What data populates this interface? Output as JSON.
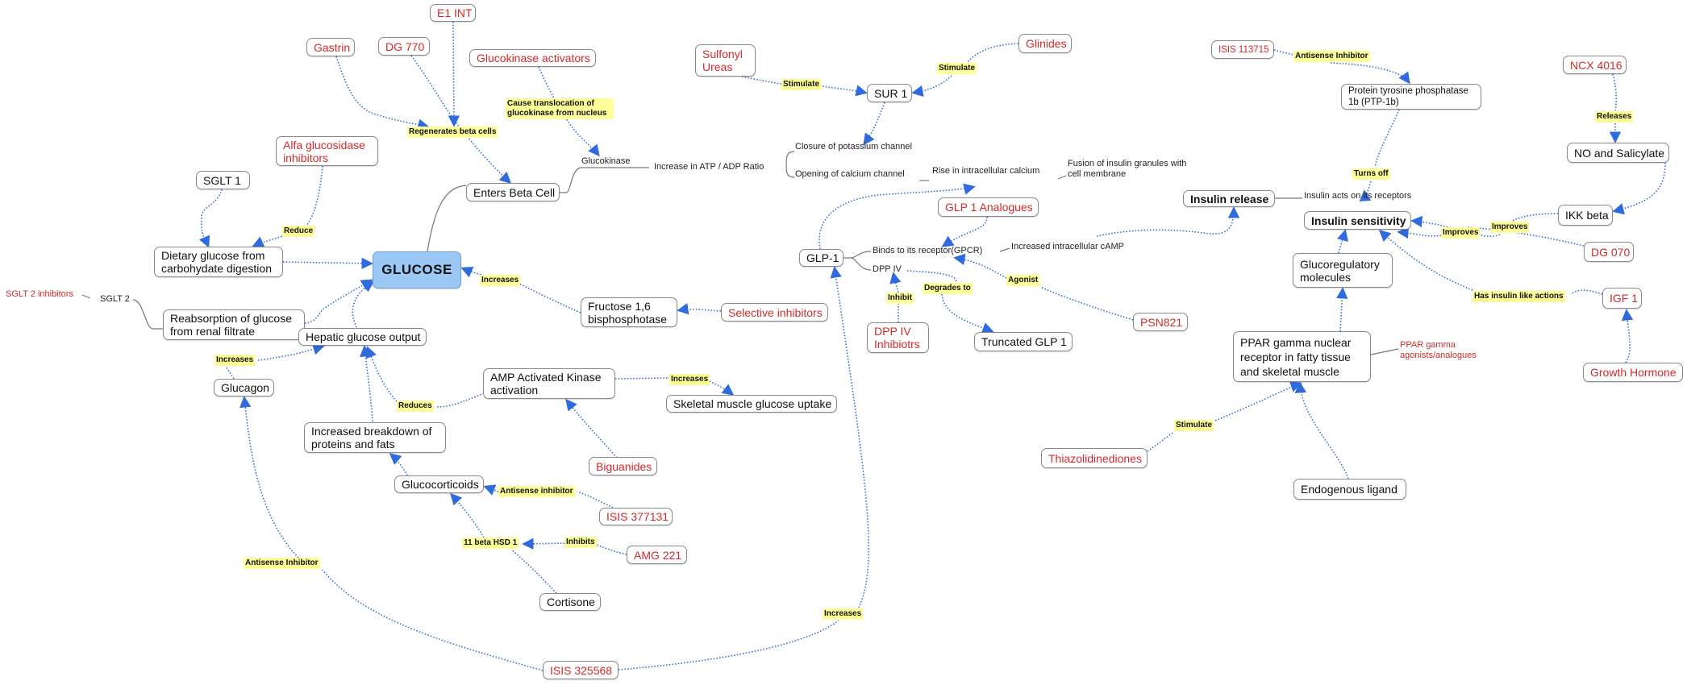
{
  "diagram": {
    "central": "GLUCOSE",
    "nodes": {
      "e1_int": "E1 INT",
      "gastrin": "Gastrin",
      "dg770": "DG 770",
      "glucokinase_activators": "Glucokinase activators",
      "alfa_glucosidase": "Alfa glucosidase inhibitors",
      "sglt1": "SGLT 1",
      "dietary": "Dietary glucose from carbohydate digestion",
      "reabsorption": "Reabsorption of glucose from renal filtrate",
      "enters_beta": "Enters Beta Cell",
      "hepatic": "Hepatic glucose output",
      "glucagon": "Glucagon",
      "breakdown": "Increased breakdown of proteins and fats",
      "glucocorticoids": "Glucocorticoids",
      "isis377131": "ISIS 377131",
      "amg221": "AMG 221",
      "cortisone": "Cortisone",
      "isis325568": "ISIS 325568",
      "amp": "AMP Activated Kinase activation",
      "skeletal": "Skeletal muscle glucose uptake",
      "biguanides": "Biguanides",
      "fructose": "Fructose 1,6 bisphosphotase",
      "selective": "Selective inhibitors",
      "sulfonyl": "Sulfonyl Ureas",
      "sur1": "SUR 1",
      "glinides": "Glinides",
      "glp1": "GLP-1",
      "glp1_analogues": "GLP 1 Analogues",
      "dpp4_inhibitors": "DPP IV Inhibiotrs",
      "truncated": "Truncated GLP 1",
      "psn821": "PSN821",
      "isis113715": "ISIS 113715",
      "ptp1b": "Protein tyrosine phosphatase 1b (PTP-1b)",
      "ncx4016": "NCX 4016",
      "no_salicylate": "NO and Salicylate",
      "ikk_beta": "IKK beta",
      "insulin_release": "Insulin release",
      "insulin_sensitivity": "Insulin sensitivity",
      "dg070": "DG 070",
      "glucoregulatory": "Glucoregulatory molecules",
      "igf1": "IGF 1",
      "growth_hormone": "Growth Hormone",
      "ppar": "PPAR gamma nuclear receptor in fatty tissue and skeletal muscle",
      "thiazolidinediones": "Thiazolidinediones",
      "endogenous": "Endogenous ligand"
    },
    "texts": {
      "sglt2": "SGLT 2",
      "sglt2_inhibitors": "SGLT 2 inhibitors",
      "glucokinase": "Glucokinase",
      "atp_adp": "Increase in ATP / ADP Ratio",
      "closure": "Closure of potassium channel",
      "opening": "Opening of calcium channel",
      "rise_calcium": "Rise in intracellular calcium",
      "fusion": "Fusion of insulin granules with cell membrane",
      "binds": "Binds to its receptor(GPCR)",
      "dpp4": "DPP IV",
      "camp": "Increased intracellular cAMP",
      "insulin_acts": "Insulin acts on its receptors",
      "ppar_agonists": "PPAR gamma agonists/analogues"
    },
    "labels": {
      "regenerates": "Regenerates beta cells",
      "translocation": "Cause translocation of glucokinase from nucleus",
      "reduce": "Reduce",
      "increases_fructose": "Increases",
      "increases_glucagon": "Increases",
      "reduces_amp": "Reduces",
      "increases_amp": "Increases",
      "antisense_gluco": "Antisense inhibitor",
      "hsd": "11 beta HSD 1",
      "inhibits": "Inhibits",
      "antisense_glucagon": "Antisense Inhibitor",
      "increases_glp": "Increases",
      "stimulate_su": "Stimulate",
      "stimulate_glinides": "Stimulate",
      "inhibit_dpp": "Inhibit",
      "degrades": "Degrades to",
      "agonist": "Agonist",
      "antisense_ptp": "Antisense Inhibitor",
      "turns_off": "Turns off",
      "releases": "Releases",
      "improves_ikk": "Improves",
      "improves_dg": "Improves",
      "insulin_like": "Has insulin like actions",
      "stimulate_tzd": "Stimulate"
    },
    "colors": {
      "drug": "#d42a2a",
      "edge": "#2f6bdc",
      "label_bg": "#ffff99",
      "glucose_bg": "#9cc8f5",
      "tree_line": "#777777"
    }
  }
}
